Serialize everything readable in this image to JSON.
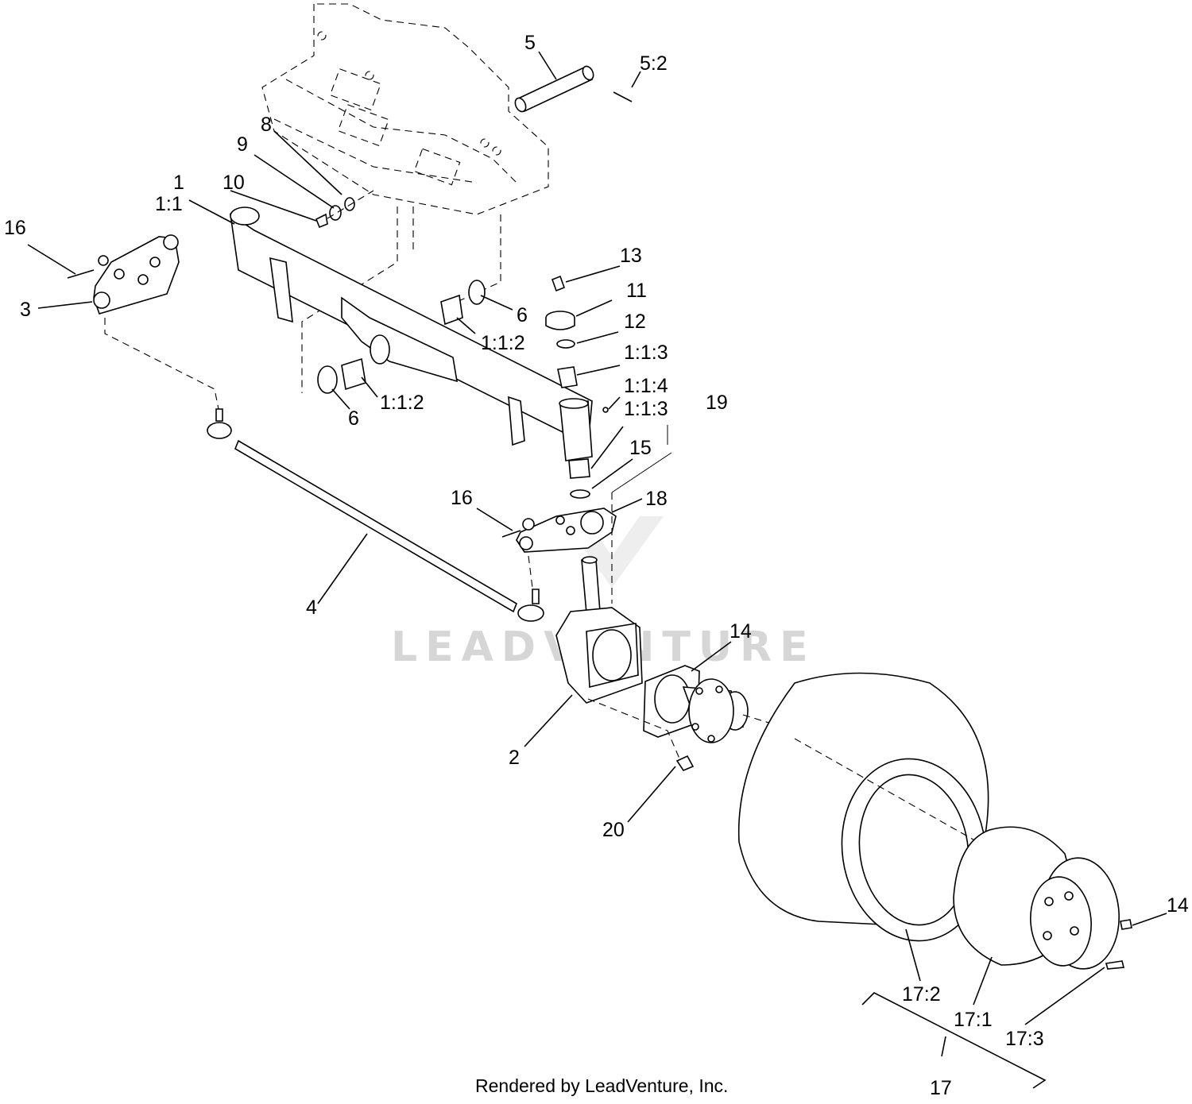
{
  "callouts": [
    {
      "id": "lbl-5",
      "text": "5"
    },
    {
      "id": "lbl-5-2",
      "text": "5:2"
    },
    {
      "id": "lbl-8",
      "text": "8"
    },
    {
      "id": "lbl-9",
      "text": "9"
    },
    {
      "id": "lbl-10",
      "text": "10"
    },
    {
      "id": "lbl-1",
      "text": "1"
    },
    {
      "id": "lbl-1-1",
      "text": "1:1"
    },
    {
      "id": "lbl-16a",
      "text": "16"
    },
    {
      "id": "lbl-3",
      "text": "3"
    },
    {
      "id": "lbl-13",
      "text": "13"
    },
    {
      "id": "lbl-11",
      "text": "11"
    },
    {
      "id": "lbl-6a",
      "text": "6"
    },
    {
      "id": "lbl-12",
      "text": "12"
    },
    {
      "id": "lbl-1-1-2a",
      "text": "1:1:2"
    },
    {
      "id": "lbl-1-1-3a",
      "text": "1:1:3"
    },
    {
      "id": "lbl-1-1-4",
      "text": "1:1:4"
    },
    {
      "id": "lbl-1-1-2b",
      "text": "1:1:2"
    },
    {
      "id": "lbl-6b",
      "text": "6"
    },
    {
      "id": "lbl-1-1-3b",
      "text": "1:1:3"
    },
    {
      "id": "lbl-19",
      "text": "19"
    },
    {
      "id": "lbl-15",
      "text": "15"
    },
    {
      "id": "lbl-16b",
      "text": "16"
    },
    {
      "id": "lbl-18",
      "text": "18"
    },
    {
      "id": "lbl-4",
      "text": "4"
    },
    {
      "id": "lbl-14a",
      "text": "14"
    },
    {
      "id": "lbl-2",
      "text": "2"
    },
    {
      "id": "lbl-20",
      "text": "20"
    },
    {
      "id": "lbl-14b",
      "text": "14"
    },
    {
      "id": "lbl-17-2",
      "text": "17:2"
    },
    {
      "id": "lbl-17-1",
      "text": "17:1"
    },
    {
      "id": "lbl-17-3",
      "text": "17:3"
    },
    {
      "id": "lbl-17",
      "text": "17"
    }
  ],
  "watermark": "LEADVENTURE",
  "footer": "Rendered by LeadVenture, Inc."
}
